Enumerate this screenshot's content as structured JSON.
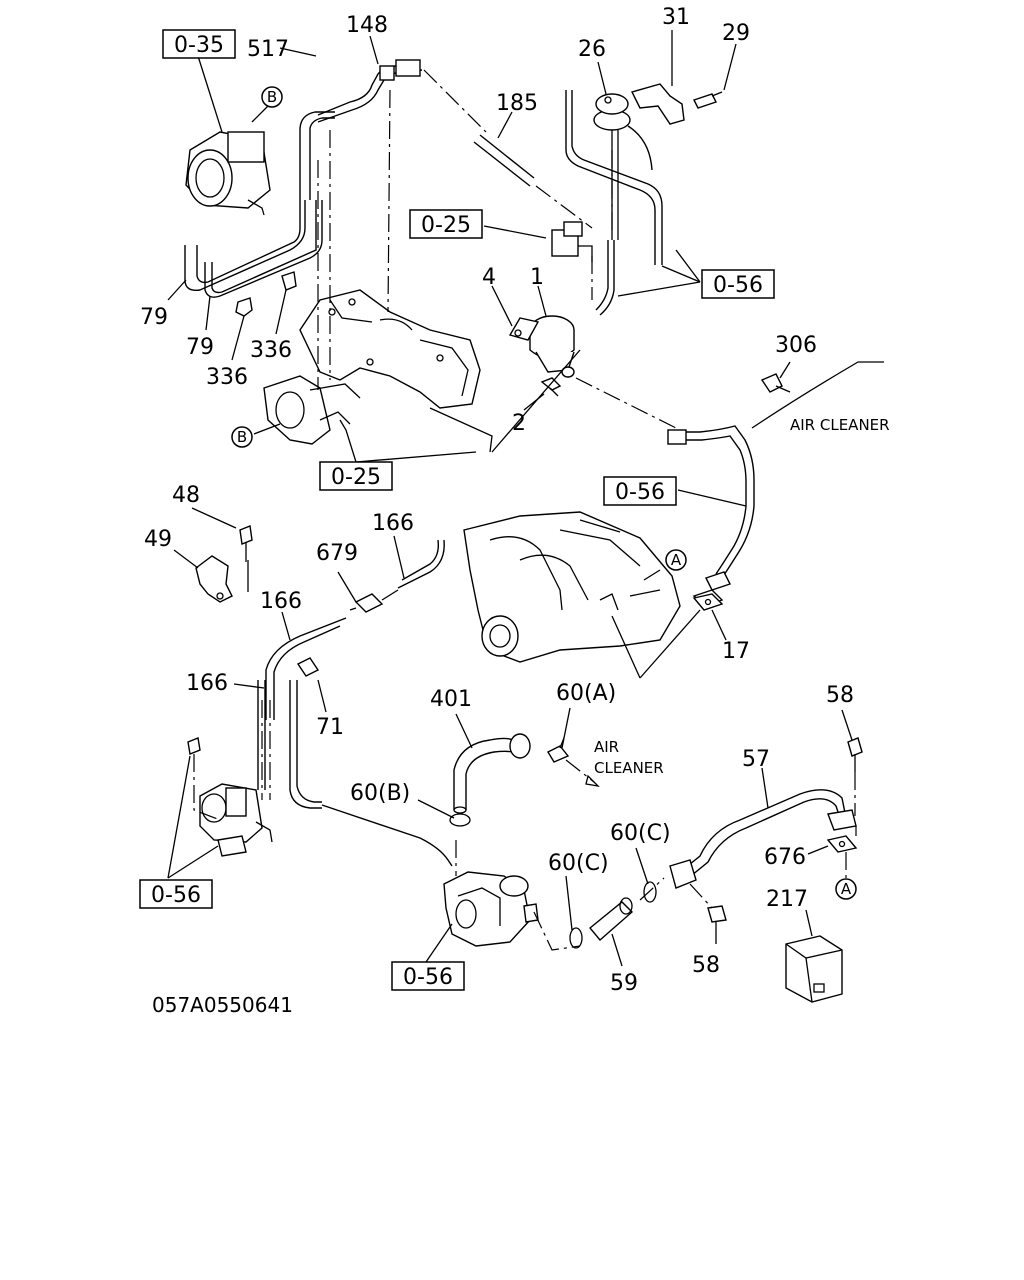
{
  "labels": {
    "p517": "517",
    "p148": "148",
    "p31": "31",
    "p29": "29",
    "p26": "26",
    "p185": "185",
    "p4": "4",
    "p1": "1",
    "p306": "306",
    "p2": "2",
    "p79a": "79",
    "p79b": "79",
    "p336a": "336",
    "p336b": "336",
    "p48": "48",
    "p49": "49",
    "p166a": "166",
    "p166b": "166",
    "p166c": "166",
    "p679": "679",
    "p71": "71",
    "p401": "401",
    "p60a": "60(A)",
    "p60b": "60(B)",
    "p60c1": "60(C)",
    "p60c2": "60(C)",
    "p57": "57",
    "p58a": "58",
    "p58b": "58",
    "p676": "676",
    "p217": "217",
    "p59": "59",
    "p17": "17"
  },
  "refs": {
    "r035": "0-35",
    "r025a": "0-25",
    "r025b": "0-25",
    "r056a": "0-56",
    "r056b": "0-56",
    "r056c": "0-56",
    "r056d": "0-56"
  },
  "markers": {
    "b1": "B",
    "b2": "B",
    "a1": "A",
    "a2": "A"
  },
  "notes": {
    "air_cleaner_1": "AIR CLEANER",
    "air_cleaner_2a": "AIR",
    "air_cleaner_2b": "CLEANER"
  },
  "drawing_code": "057A0550641"
}
